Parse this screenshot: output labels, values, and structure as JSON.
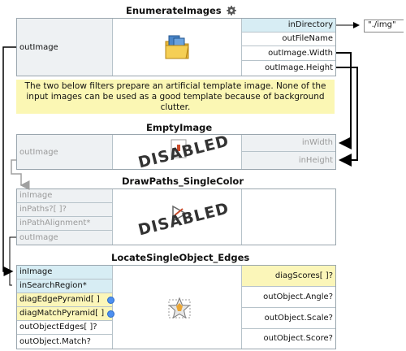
{
  "blocks": {
    "enumerate": {
      "title": "EnumerateImages",
      "inputs": [
        "outImage"
      ],
      "outputs": [
        "inDirectory",
        "outFileName",
        "outImage.Width",
        "outImage.Height"
      ],
      "const_value": "\"./img\""
    },
    "note": "The two below filters prepare an artificial template image. None of the input images can be used as a good template because of background clutter.",
    "empty_image": {
      "title": "EmptyImage",
      "inputs": [
        "outImage"
      ],
      "outputs": [
        "inWidth",
        "inHeight"
      ],
      "status": "DISABLED"
    },
    "draw_paths": {
      "title": "DrawPaths_SingleColor",
      "inputs": [
        "inImage",
        "inPaths?[ ]?",
        "inPathAlignment*",
        "outImage"
      ],
      "status": "DISABLED"
    },
    "locate": {
      "title": "LocateSingleObject_Edges",
      "inputs": [
        "inImage",
        "inSearchRegion*",
        "diagEdgePyramid[ ]",
        "diagMatchPyramid[ ]",
        "outObjectEdges[ ]?",
        "outObject.Match?"
      ],
      "outputs": [
        "diagScores[ ]?",
        "outObject.Angle?",
        "outObject.Scale?",
        "outObject.Score?"
      ]
    }
  },
  "colors": {
    "port_cyan": "#d7edf4",
    "port_yellow": "#fbf6b9",
    "note_bg": "#fbf7b4",
    "border": "#9aa6ae",
    "wire": "#000000",
    "disabled_wire": "#a0a0a0",
    "diag_dot": "#4d8ff0"
  },
  "icons": [
    "gear-icon",
    "folder-images-icon",
    "empty-image-icon",
    "draw-paths-icon",
    "star-locate-icon"
  ]
}
